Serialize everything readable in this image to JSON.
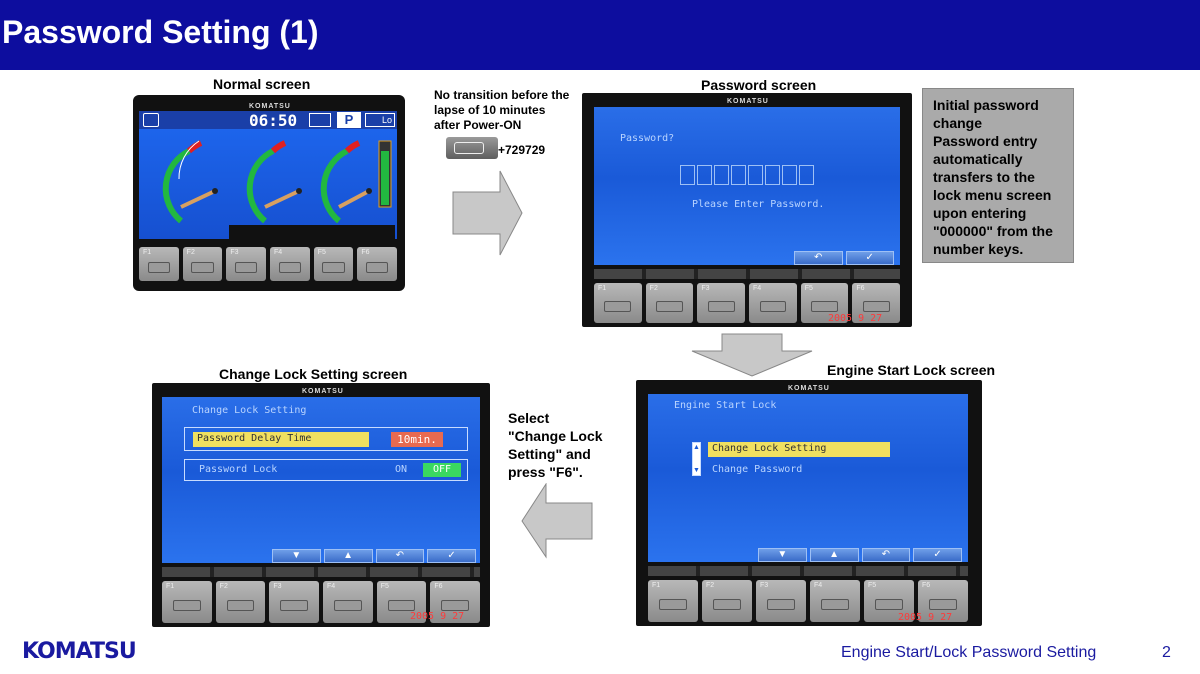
{
  "header": {
    "title": "Password Setting (1)"
  },
  "captions": {
    "normal": "Normal screen",
    "password": "Password screen",
    "change_lock": "Change Lock Setting screen",
    "engine_start": "Engine Start Lock screen"
  },
  "transition_note": {
    "lines": [
      "No transition before the",
      "lapse of 10 minutes",
      "after Power-ON"
    ],
    "key_combo": "+729729"
  },
  "select_note": [
    "Select",
    "\"Change Lock",
    "Setting\" and",
    "press \"F6\"."
  ],
  "info_box": [
    "Initial password",
    "change",
    "Password entry",
    "automatically",
    "transfers to the",
    "lock menu screen",
    "upon entering",
    "\"000000\" from the",
    "number keys."
  ],
  "normal_screen": {
    "brand": "KOMATSU",
    "time": "06:50",
    "mode": "P",
    "lo": "Lo",
    "fkeys": [
      "F1",
      "F2",
      "F3",
      "F4",
      "F5",
      "F6"
    ]
  },
  "password_screen": {
    "brand": "KOMATSU",
    "prompt": "Password?",
    "hint": "Please Enter Password.",
    "softkeys": [
      "↶",
      "✓"
    ],
    "fkeys": [
      "F1",
      "F2",
      "F3",
      "F4",
      "F5",
      "F6"
    ],
    "date": "2005  9 27"
  },
  "engine_lock_screen": {
    "brand": "KOMATSU",
    "title": "Engine Start Lock",
    "items": [
      "Change Lock Setting",
      "Change Password"
    ],
    "softkeys": [
      "▼",
      "▲",
      "↶",
      "✓"
    ],
    "fkeys": [
      "F1",
      "F2",
      "F3",
      "F4",
      "F5",
      "F6"
    ],
    "date": "2005  9 27"
  },
  "change_lock_screen": {
    "brand": "KOMATSU",
    "title": "Change Lock Setting",
    "delay_label": "Password Delay Time",
    "delay_value": "10min.",
    "lock_label": "Password Lock",
    "on_label": "ON",
    "off_label": "OFF",
    "softkeys": [
      "▼",
      "▲",
      "↶",
      "✓"
    ],
    "fkeys": [
      "F1",
      "F2",
      "F3",
      "F4",
      "F5",
      "F6"
    ],
    "date": "2005  9 27"
  },
  "footer": {
    "logo": "KOMATSU",
    "title": "Engine Start/Lock Password Setting",
    "page": "2"
  },
  "colors": {
    "header_bg": "#0d0d9e",
    "lcd_blue": "#1a5ad8",
    "highlight": "#f0e060",
    "date_red": "#ff3a3a",
    "footer_text": "#1a1aa0"
  }
}
